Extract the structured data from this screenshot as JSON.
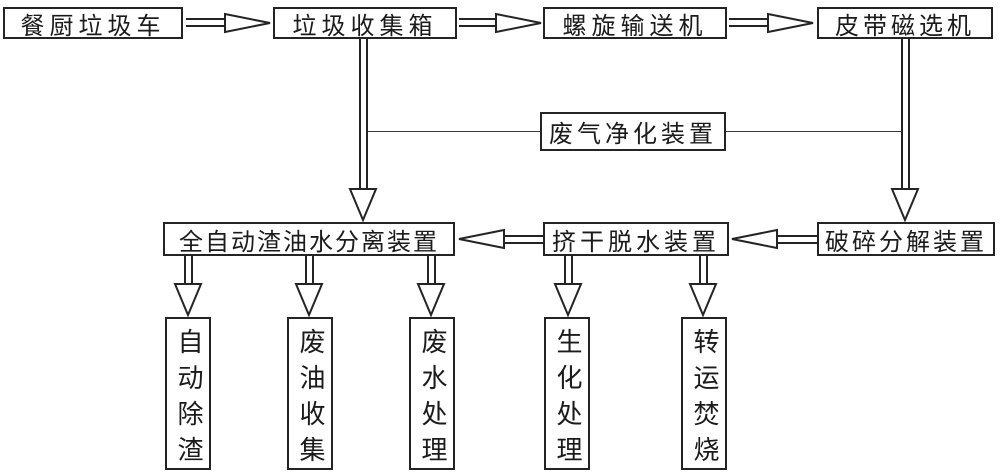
{
  "diagram": {
    "type": "flowchart",
    "language": "zh",
    "nodes": {
      "truck": {
        "label": "餐厨垃圾车"
      },
      "collection_box": {
        "label": "垃圾收集箱"
      },
      "screw_conveyor": {
        "label": "螺旋输送机"
      },
      "magnetic_separator": {
        "label": "皮带磁选机"
      },
      "gas_purifier": {
        "label": "废气净化装置"
      },
      "oil_water_separator": {
        "label": "全自动渣油水分离装置"
      },
      "dewatering": {
        "label": "挤干脱水装置"
      },
      "crusher": {
        "label": "破碎分解装置"
      },
      "slag_removal": {
        "label": "自动除渣"
      },
      "oil_collection": {
        "label": "废油收集"
      },
      "water_treatment": {
        "label": "废水处理"
      },
      "bio_treatment": {
        "label": "生化处理"
      },
      "incineration": {
        "label": "转运焚烧"
      }
    },
    "edges": [
      {
        "from": "truck",
        "to": "collection_box",
        "style": "arrow"
      },
      {
        "from": "collection_box",
        "to": "screw_conveyor",
        "style": "arrow"
      },
      {
        "from": "screw_conveyor",
        "to": "magnetic_separator",
        "style": "arrow"
      },
      {
        "from": "collection_box",
        "to": "oil_water_separator",
        "style": "arrow"
      },
      {
        "from": "magnetic_separator",
        "to": "crusher",
        "style": "arrow"
      },
      {
        "from": "crusher",
        "to": "dewatering",
        "style": "arrow"
      },
      {
        "from": "dewatering",
        "to": "oil_water_separator",
        "style": "arrow"
      },
      {
        "from": "oil_water_separator",
        "to": "slag_removal",
        "style": "arrow"
      },
      {
        "from": "oil_water_separator",
        "to": "oil_collection",
        "style": "arrow"
      },
      {
        "from": "oil_water_separator",
        "to": "water_treatment",
        "style": "arrow"
      },
      {
        "from": "dewatering",
        "to": "bio_treatment",
        "style": "arrow"
      },
      {
        "from": "dewatering",
        "to": "incineration",
        "style": "arrow"
      },
      {
        "from": "collection_box",
        "to": "gas_purifier",
        "style": "line"
      },
      {
        "from": "magnetic_separator",
        "to": "gas_purifier",
        "style": "line"
      }
    ],
    "colors": {
      "line": "#242424",
      "background": "#ffffff",
      "text": "#1b1b1b"
    }
  }
}
